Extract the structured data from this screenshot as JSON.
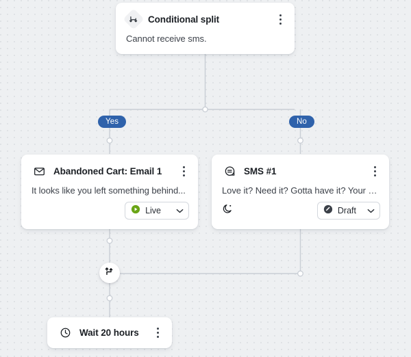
{
  "canvas": {
    "background_color": "#eef0f2",
    "dot_color": "#dfe2e5",
    "wire_color": "#c9ced5",
    "accent_blue": "#2f62ab",
    "live_green": "#6aa516",
    "draft_dark": "#3c4149"
  },
  "nodes": {
    "conditional_split": {
      "title": "Conditional split",
      "body": "Cannot receive sms.",
      "icon": "split-icon",
      "menu": "more-options"
    },
    "email": {
      "title": "Abandoned Cart: Email 1",
      "body": "It looks like you left something behind...",
      "icon": "envelope-icon",
      "status": "Live",
      "status_icon": "play-circle-icon",
      "menu": "more-options"
    },
    "sms": {
      "title": "SMS #1",
      "body": "Love it? Need it? Gotta have it? Your cart i...",
      "icon": "sms-bubble-icon",
      "status": "Draft",
      "status_icon": "draft-circle-icon",
      "quiet_hours_icon": "moon-icon",
      "menu": "more-options"
    },
    "merge": {
      "icon": "merge-arrows-icon"
    },
    "wait": {
      "title": "Wait 20 hours",
      "icon": "clock-icon",
      "menu": "more-options"
    }
  },
  "branches": {
    "yes": "Yes",
    "no": "No"
  }
}
